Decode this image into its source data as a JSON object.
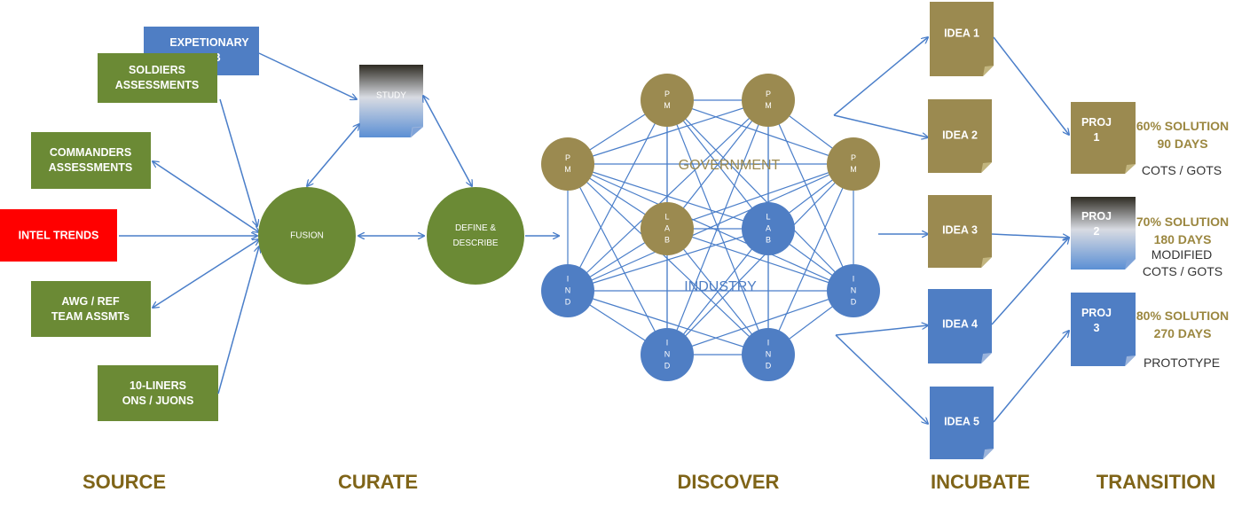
{
  "colors": {
    "green": "#6b8a35",
    "blue": "#4f7ec4",
    "red": "#ff0000",
    "gold": "#9b8a50",
    "line": "#4a7ec9",
    "stage_text": "#7f6418"
  },
  "source": {
    "expeditionary": "EXPETIONARY|LAB",
    "soldiers": "SOLDIERS|ASSESSMENTS",
    "commanders": "COMMANDERS|ASSESSMENTS",
    "intel": "INTEL TRENDS",
    "awg": "AWG / REF|TEAM ASSMTs",
    "liners": "10-LINERS|ONS / JUONS"
  },
  "curate": {
    "study": "STUDY",
    "fusion": "FUSION",
    "define": "DEFINE &|DESCRIBE"
  },
  "discover": {
    "government": "GOVERNMENT",
    "industry": "INDUSTRY",
    "nodes": {
      "pm_top_left": "P|M",
      "pm_top_right": "P|M",
      "pm_left": "P|M",
      "pm_right": "P|M",
      "lab_left": "L|A|B",
      "lab_right": "L|A|B",
      "ind_left": "I|N|D",
      "ind_right": "I|N|D",
      "ind_bottom_left": "I|N|D",
      "ind_bottom_right": "I|N|D"
    }
  },
  "incubate": {
    "idea1": "IDEA 1",
    "idea2": "IDEA 2",
    "idea3": "IDEA 3",
    "idea4": "IDEA 4",
    "idea5": "IDEA 5"
  },
  "transition": {
    "proj1": "PROJ|1",
    "proj2": "PROJ|2",
    "proj3": "PROJ|3",
    "sol1_pct": "60% SOLUTION",
    "sol1_days": "90 DAYS",
    "sol1_type": "COTS / GOTS",
    "sol2_pct": "70% SOLUTION",
    "sol2_days": "180 DAYS",
    "sol2_type1": "MODIFIED",
    "sol2_type2": "COTS / GOTS",
    "sol3_pct": "80% SOLUTION",
    "sol3_days": "270 DAYS",
    "sol3_type": "PROTOTYPE"
  },
  "stages": {
    "source": "SOURCE",
    "curate": "CURATE",
    "discover": "DISCOVER",
    "incubate": "INCUBATE",
    "transition": "TRANSITION"
  }
}
